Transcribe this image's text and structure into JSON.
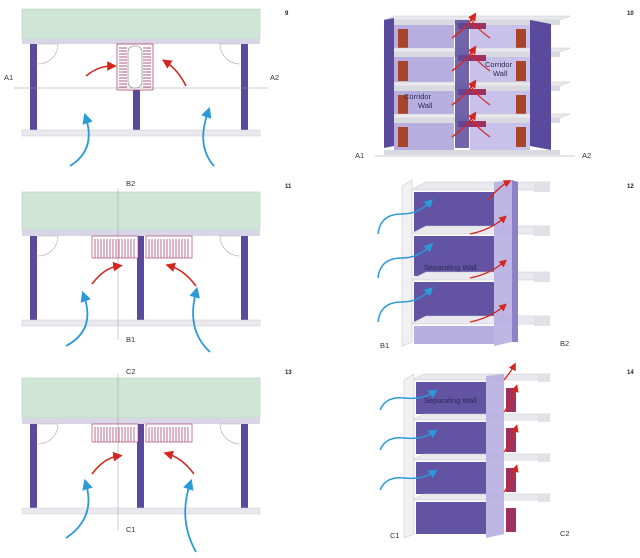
{
  "colors": {
    "roof": "#cfe6d6",
    "wall": "#5a4a9e",
    "floor": "#d8d6e6",
    "room": "#b7aee0",
    "duct": "#a03060",
    "air_in": "#2a9ad8",
    "air_out": "#d4261e",
    "slab": "#e9e9ee",
    "door": "#ffffff"
  },
  "panels": [
    {
      "number": "9",
      "section_left": "A1",
      "section_right": "A2"
    },
    {
      "number": "10",
      "section_left": "A1",
      "section_right": "A2",
      "labels": [
        "Corridor Wall",
        "Corridor Wall"
      ]
    },
    {
      "number": "11",
      "section_top": "B2",
      "section_bottom": "B1"
    },
    {
      "number": "12",
      "section_left": "B1",
      "section_right": "B2",
      "labels": [
        "Separating Wall"
      ]
    },
    {
      "number": "13",
      "section_top": "C2",
      "section_bottom": "C1"
    },
    {
      "number": "14",
      "section_left": "C1",
      "section_right": "C2",
      "labels": [
        "Separating Wall"
      ]
    }
  ]
}
